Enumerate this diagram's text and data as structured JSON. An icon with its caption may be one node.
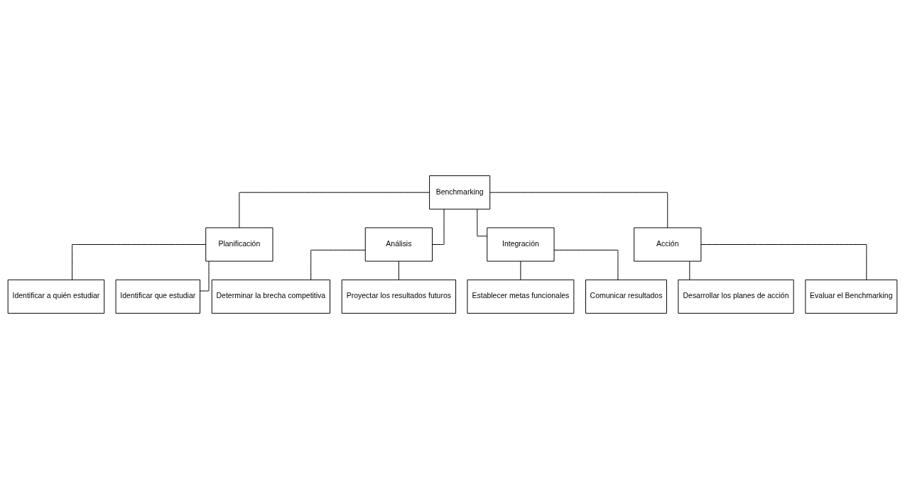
{
  "diagram": {
    "nodes": [
      {
        "text": [
          "Benchmarking"
        ]
      },
      {
        "text": [
          "Planificación"
        ]
      },
      {
        "text": [
          "Análisis"
        ]
      },
      {
        "text": [
          "Integración"
        ]
      },
      {
        "text": [
          "Acción"
        ]
      },
      {
        "text": [
          "Identificar que estudiar"
        ]
      },
      {
        "text": [
          "Determinar la brecha competitiva"
        ]
      },
      {
        "text": [
          "Comunicar resultados"
        ]
      },
      {
        "text": [
          "Desarrollar los planes de acción"
        ]
      },
      {
        "text": [
          "Identificar a quién estudiar"
        ]
      },
      {
        "text": [
          "Proyectar los resultados futuros"
        ]
      },
      {
        "text": [
          "Establecer metas funcionales"
        ]
      },
      {
        "text": [
          "Evaluar el Benchmarking"
        ]
      }
    ],
    "edges": [
      {
        "from": 0,
        "to": 1,
        "arrow": "none"
      },
      {
        "from": 0,
        "to": 2,
        "arrow": "none"
      },
      {
        "from": 0,
        "to": 3,
        "arrow": "none"
      },
      {
        "from": 0,
        "to": 4,
        "arrow": "none"
      },
      {
        "from": 1,
        "to": 5,
        "arrow": "none"
      },
      {
        "from": 1,
        "to": 9,
        "arrow": "none"
      },
      {
        "from": 2,
        "to": 6,
        "arrow": "none"
      },
      {
        "from": 2,
        "to": 10,
        "arrow": "none"
      },
      {
        "from": 3,
        "to": 7,
        "arrow": "none"
      },
      {
        "from": 3,
        "to": 11,
        "arrow": "none"
      },
      {
        "from": 4,
        "to": 8,
        "arrow": "none"
      },
      {
        "from": 4,
        "to": 12,
        "arrow": "none"
      }
    ]
  }
}
